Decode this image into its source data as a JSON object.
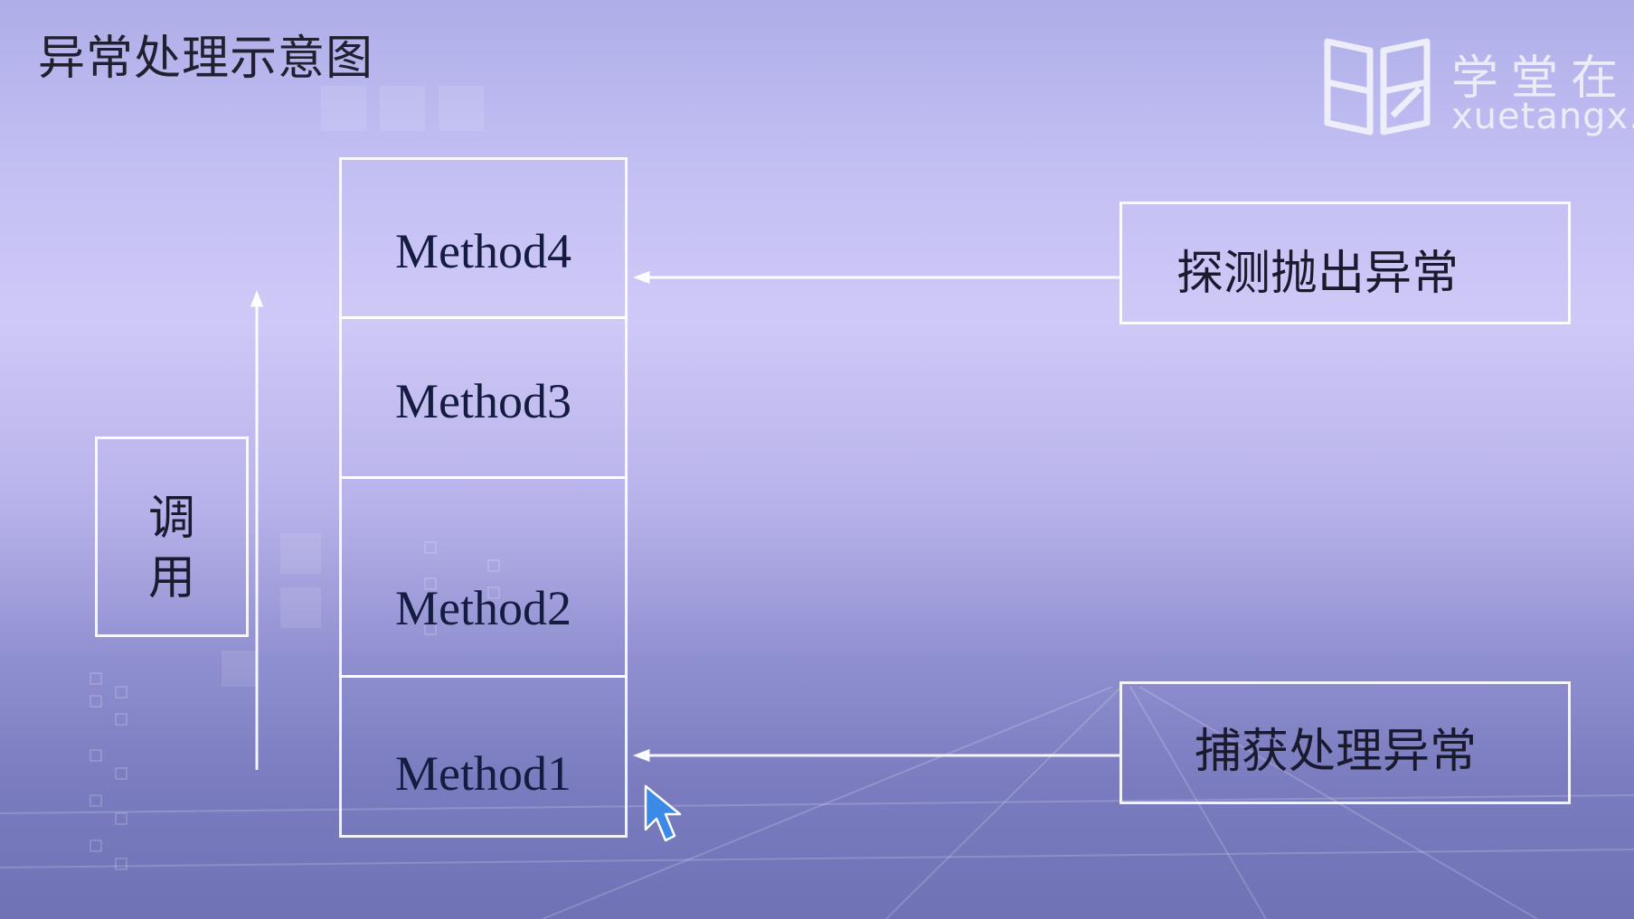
{
  "title": "异常处理示意图",
  "logo": {
    "text_cn": "学堂在",
    "text_en": "xuetangx.c"
  },
  "call_box": {
    "line1": "调",
    "line2": "用"
  },
  "stack": {
    "methods": [
      "Method4",
      "Method3",
      "Method2",
      "Method1"
    ]
  },
  "right_boxes": {
    "throw_label": "探测抛出异常",
    "catch_label": "捕获处理异常"
  },
  "colors": {
    "box_border": "#ffffff",
    "text_dark": "#141c40",
    "cursor": "#2f7fe0"
  }
}
